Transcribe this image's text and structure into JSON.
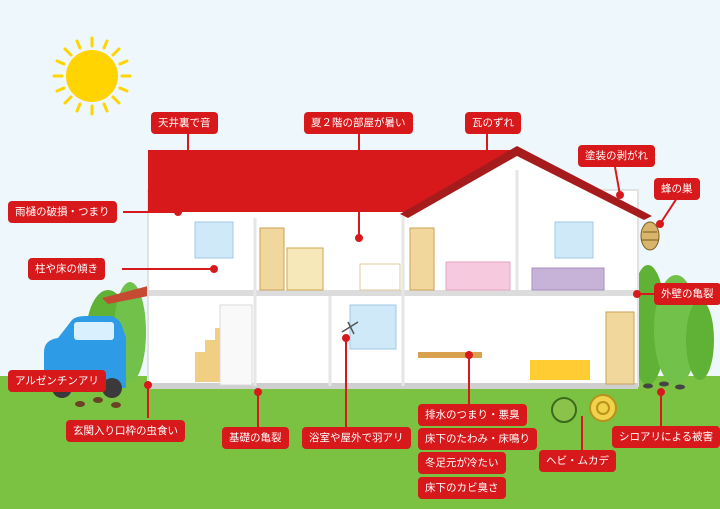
{
  "colors": {
    "label_bg": "#d7191c",
    "label_text": "#ffffff",
    "roof": "#d7191c",
    "sky": "#eef7fb",
    "grass": "#7cc242",
    "sun": "#ffd400",
    "car": "#2e9be6"
  },
  "icons": [
    "sun-icon",
    "car-icon",
    "tree-icon",
    "ant-icon",
    "wasp-icon",
    "snake-icon",
    "centipede-icon",
    "termite-icon",
    "mosquito-icon"
  ],
  "labels": {
    "ceiling_noise": "天井裏で音",
    "second_floor_hot": "夏２階の部屋が暑い",
    "tile_shift": "瓦のずれ",
    "paint_peeling": "塗装の剥がれ",
    "bee_nest": "蜂の巣",
    "gutter_damage": "雨樋の破損・つまり",
    "pillar_tilt": "柱や床の傾き",
    "wall_crack": "外壁の亀裂",
    "argentine_ant": "アルゼンチンアリ",
    "entrance_frame_damage": "玄関入り口枠の虫食い",
    "foundation_crack": "基礎の亀裂",
    "flying_ants": "浴室や屋外で羽アリ",
    "drain_clog": "排水のつまり・悪臭",
    "floor_sag": "床下のたわみ・床鳴り",
    "cold_feet": "冬足元が冷たい",
    "underfloor_mold": "床下のカビ臭さ",
    "snake_centipede": "ヘビ・ムカデ",
    "termite_damage": "シロアリによる被害"
  }
}
